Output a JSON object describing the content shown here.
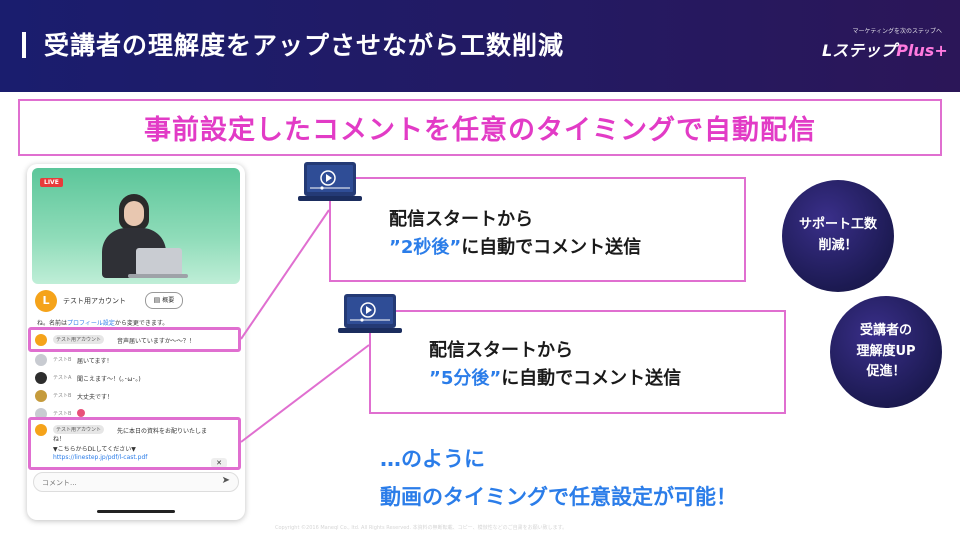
{
  "header": {
    "title": "受講者の理解度をアップさせながら工数削減",
    "logo_tagline": "マーケティングを次のステップへ",
    "logo_name": "Lステップ",
    "logo_plus": "Plus+"
  },
  "banner": {
    "text": "事前設定したコメントを任意のタイミングで自動配信"
  },
  "phone": {
    "live_badge": "LIVE",
    "profile_name": "テスト用アカウント",
    "overview_button": "概要",
    "notice_prefix": "ね。名前は",
    "notice_link": "プロフィール設定",
    "notice_suffix": "から変更できます。",
    "comments": [
      {
        "name": "テスト用アカウント",
        "text": "音声届いていますか〜〜？！"
      },
      {
        "name": "テストB",
        "text": "届いてます！"
      },
      {
        "name": "テストA",
        "text": "聞こえます〜！(｡･ω･｡)"
      },
      {
        "name": "テストB",
        "text": "大丈夫です！"
      },
      {
        "name": "テストB",
        "text": ""
      }
    ],
    "scheduled_comment": {
      "name": "テスト用アカウント",
      "line1": "先に本日の資料をお配りいたしま",
      "line2": "ね！",
      "line3": "▼こちらからDLしてください▼",
      "link": "https://linestep.jp/pdf/l-cast.pdf"
    },
    "collapse_glyph": "✕",
    "comment_placeholder": "コメント..."
  },
  "callouts": [
    {
      "line1": "配信スタートから",
      "timing": "”2秒後”",
      "rest": "に自動でコメント送信"
    },
    {
      "line1": "配信スタートから",
      "timing": "”5分後”",
      "rest": "に自動でコメント送信"
    }
  ],
  "bubbles": [
    {
      "line1": "サポート工数",
      "line2": "削減！"
    },
    {
      "line1": "受講者の",
      "line2": "理解度UP",
      "line3": "促進！"
    }
  ],
  "summary": {
    "line1": "…のように",
    "line2": "動画のタイミングで任意設定が可能！"
  },
  "footer": {
    "copyright": "Copyright ©2016 Maneql Co., ltd. All Rights Reserved. 本資料の無断転載、コピー、模倣性などのご自粛をお願い致します。"
  },
  "colors": {
    "accent_pink": "#e23bc6",
    "border_pink": "#e06fd0",
    "accent_blue": "#2b7de9",
    "header_navy": "#1a1d6e"
  },
  "icons": {
    "video_player": "video-player-icon",
    "send": "send-icon",
    "document": "document-icon"
  }
}
